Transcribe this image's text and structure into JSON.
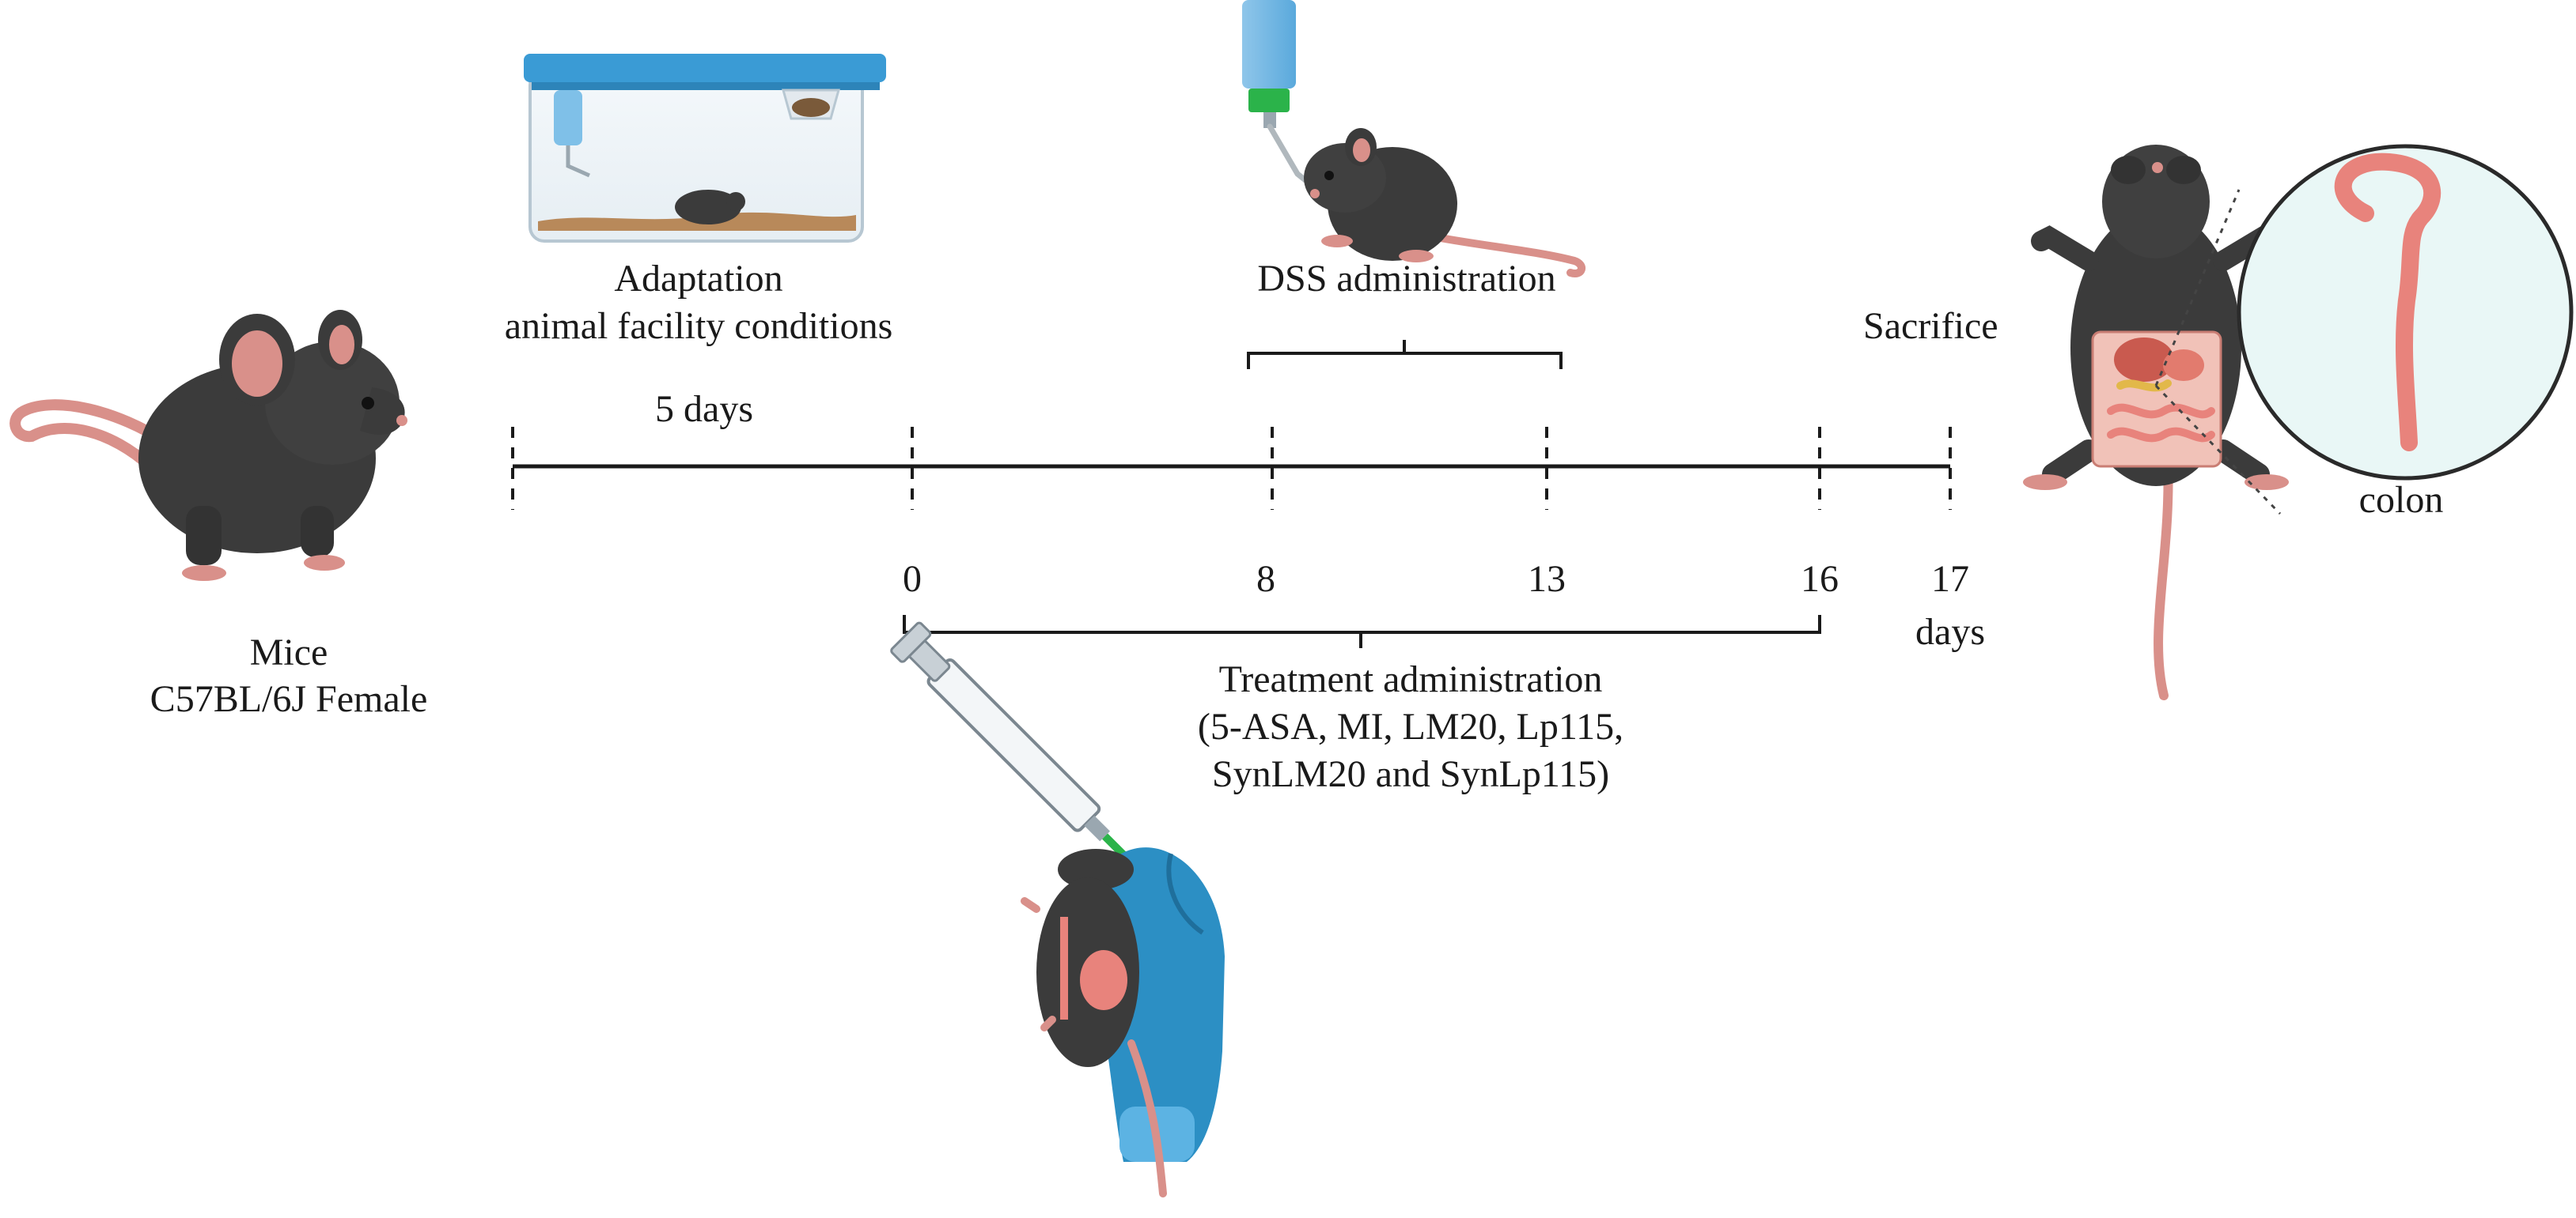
{
  "labels": {
    "mice_line1": "Mice",
    "mice_line2": "C57BL/6J Female",
    "adaptation_line1": "Adaptation",
    "adaptation_line2": "animal facility conditions",
    "adaptation_duration": "5 days",
    "dss": "DSS administration",
    "sacrifice": "Sacrifice",
    "colon": "colon",
    "treatment_line1": "Treatment administration",
    "treatment_line2": "(5-ASA, MI, LM20, Lp115,",
    "treatment_line3": "SynLM20 and SynLp115)",
    "days_unit": "days"
  },
  "timeline": {
    "ticks": [
      "0",
      "8",
      "13",
      "16",
      "17"
    ]
  },
  "icons": [
    "mouse-icon",
    "cage-icon",
    "water-bottle-icon",
    "dissected-mouse-icon",
    "magnifier-circle-icon",
    "syringe-icon",
    "gloved-hand-icon"
  ],
  "colors": {
    "mouse": "#3b3b3b",
    "mouse_pink": "#d9908a",
    "cage_lid": "#3a9bd5",
    "glove": "#2c8fc4",
    "colon": "#e8837c",
    "circle_fill": "#e9f7f6",
    "line": "#1a1a1a"
  }
}
